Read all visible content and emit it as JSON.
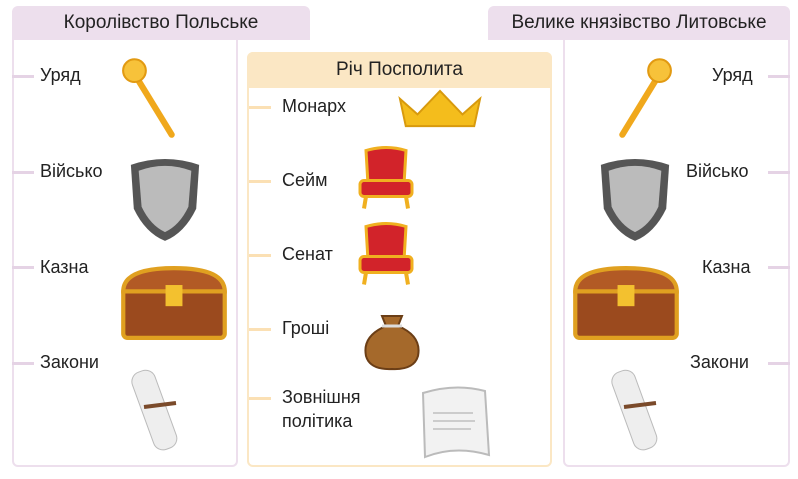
{
  "left": {
    "title": "Королівство Польське",
    "items": [
      {
        "label": "Уряд",
        "icon": "scepter-icon"
      },
      {
        "label": "Військо",
        "icon": "shield-icon"
      },
      {
        "label": "Казна",
        "icon": "chest-icon"
      },
      {
        "label": "Закони",
        "icon": "scroll-icon"
      }
    ]
  },
  "center": {
    "title": "Річ Посполита",
    "items": [
      {
        "label": "Монарх",
        "icon": "crown-icon"
      },
      {
        "label": "Сейм",
        "icon": "throne-icon"
      },
      {
        "label": "Сенат",
        "icon": "throne-icon"
      },
      {
        "label": "Гроші",
        "icon": "money-bag-icon"
      },
      {
        "label": "Зовнішня політика",
        "icon": "parchment-icon"
      }
    ]
  },
  "right": {
    "title": "Велике князівство Литовське",
    "items": [
      {
        "label": "Уряд",
        "icon": "scepter-icon"
      },
      {
        "label": "Військо",
        "icon": "shield-icon"
      },
      {
        "label": "Казна",
        "icon": "chest-icon"
      },
      {
        "label": "Закони",
        "icon": "scroll-icon"
      }
    ]
  },
  "colors": {
    "pink": "#eddfed",
    "orange": "#fbe7c4"
  }
}
